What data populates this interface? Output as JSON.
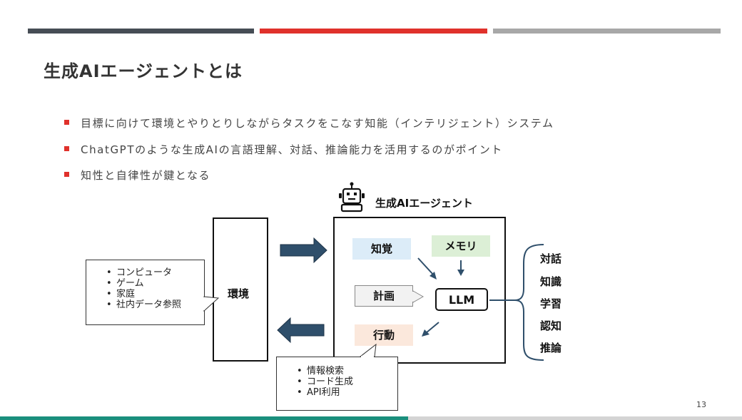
{
  "slide": {
    "title": "生成AIエージェントとは",
    "bullets": [
      "目標に向けて環境とやりとりしながらタスクをこなす知能（インテリジェント）システム",
      "ChatGPTのような生成AIの言語理解、対話、推論能力を活用するのがポイント",
      "知性と自律性が鍵となる"
    ],
    "page_number": "13"
  },
  "diagram": {
    "agent_label": "生成AIエージェント",
    "environment_label": "環境",
    "environment_items": [
      "コンピュータ",
      "ゲーム",
      "家庭",
      "社内データ参照"
    ],
    "components": {
      "perception": "知覚",
      "memory": "メモリ",
      "planning": "計画",
      "llm": "LLM",
      "action": "行動"
    },
    "action_items": [
      "情報検索",
      "コード生成",
      "API利用"
    ],
    "capabilities": [
      "対話",
      "知識",
      "学習",
      "認知",
      "推論"
    ]
  },
  "colors": {
    "bar_dark": "#464d55",
    "bar_red": "#e0312b",
    "bar_gray": "#a8a8a8",
    "arrow_blue": "#2f4f6b",
    "bottom_green": "#1a8f7d"
  },
  "icons": {
    "robot": "robot-icon"
  }
}
